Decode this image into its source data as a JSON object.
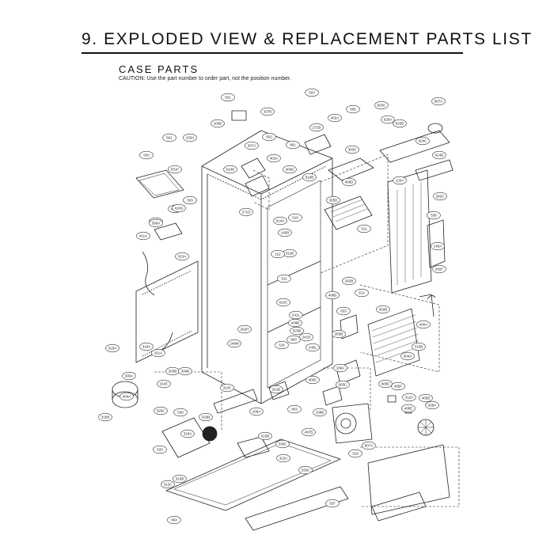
{
  "header": {
    "title": "9. EXPLODED VIEW & REPLACEMENT PARTS LIST",
    "section": "CASE PARTS",
    "caution": "CAUTION: Use the part number to order part, not the position number."
  },
  "callouts": [
    "501",
    "337B",
    "503",
    "402A",
    "606",
    "603C",
    "607A",
    "103B",
    "271B",
    "626A",
    "626D",
    "624C",
    "501",
    "103A",
    "207A",
    "503",
    "402A",
    "801",
    "303C",
    "624B",
    "503",
    "501F",
    "610D",
    "406D",
    "610B",
    "409D",
    "120A",
    "282C",
    "271D",
    "305D",
    "538",
    "404A",
    "410G",
    "503",
    "510",
    "106A",
    "511",
    "145A",
    "300A",
    "614A",
    "145B",
    "312B",
    "282F",
    "411A",
    "112",
    "313A",
    "511",
    "262B",
    "514",
    "406B",
    "610C",
    "833",
    "262H",
    "241L",
    "302B",
    "249M",
    "409B",
    "523B",
    "241R",
    "430A",
    "803",
    "518",
    "316B",
    "318A",
    "249L",
    "283B",
    "318A",
    "311A",
    "106A",
    "304A",
    "405E",
    "300A",
    "303B",
    "304B",
    "261B",
    "310F",
    "409C",
    "603C",
    "405F",
    "404A",
    "312A",
    "316B",
    "405E",
    "405B",
    "313C",
    "106A",
    "803",
    "158B",
    "329A",
    "329C",
    "530",
    "323B",
    "407B",
    "319A",
    "315B",
    "520",
    "335C",
    "315A",
    "607A",
    "319",
    "315B",
    "333C",
    "312C",
    "537",
    "804"
  ]
}
